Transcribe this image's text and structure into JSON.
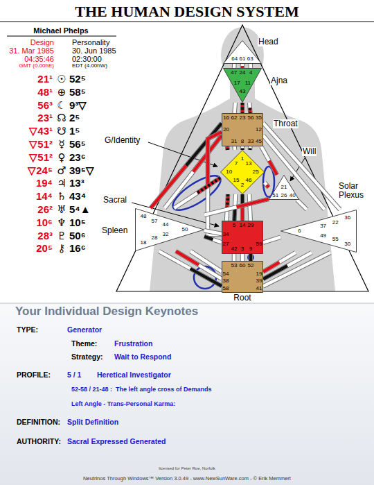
{
  "diagram": {
    "title": "THE HUMAN DESIGN SYSTEM",
    "nodes": [
      {
        "text": [
          "64",
          "61",
          "63"
        ]
      },
      {
        "text": [
          "47",
          "24",
          "4",
          "17",
          "11",
          "43"
        ]
      },
      {
        "text": [
          "62",
          "23",
          "56",
          "16",
          "35",
          "20",
          "12",
          "45",
          "31",
          "8",
          "33"
        ]
      },
      {
        "text": [
          "1",
          "7",
          "13",
          "10",
          "25",
          "15",
          "2",
          "46"
        ]
      },
      {
        "text": [
          "21",
          "51",
          "26",
          "40"
        ]
      },
      {
        "text": [
          "48",
          "57",
          "44",
          "50",
          "32",
          "28",
          "18"
        ]
      },
      {
        "text": [
          "5",
          "14",
          "29",
          "34",
          "27",
          "59",
          "42",
          "3",
          "9"
        ]
      },
      {
        "text": [
          "36",
          "22",
          "37",
          "6",
          "49",
          "55",
          "30"
        ]
      },
      {
        "text": [
          "53",
          "60",
          "52",
          "54",
          "38",
          "58",
          "19",
          "39",
          "41"
        ]
      }
    ],
    "edges": [
      {
        "from": 0,
        "to": 1,
        "arrow": "none"
      },
      {
        "from": 0,
        "to": 1,
        "arrow": "none"
      },
      {
        "from": 0,
        "to": 1,
        "arrow": "none"
      },
      {
        "from": 1,
        "to": 2,
        "arrow": "none"
      },
      {
        "from": 1,
        "to": 2,
        "arrow": "none"
      },
      {
        "from": 1,
        "to": 2,
        "arrow": "none"
      },
      {
        "from": 2,
        "to": 5,
        "arrow": "none"
      },
      {
        "from": 2,
        "to": 5,
        "arrow": "none"
      },
      {
        "from": 2,
        "to": 3,
        "arrow": "none"
      },
      {
        "from": 2,
        "to": 6,
        "arrow": "none"
      },
      {
        "from": 2,
        "to": 3,
        "arrow": "none"
      },
      {
        "from": 2,
        "to": 3,
        "arrow": "none"
      },
      {
        "from": 2,
        "to": 3,
        "arrow": "none"
      },
      {
        "from": 2,
        "to": 4,
        "arrow": "none"
      },
      {
        "from": 2,
        "to": 7,
        "arrow": "none"
      },
      {
        "from": 2,
        "to": 7,
        "arrow": "none"
      },
      {
        "from": 3,
        "to": 5,
        "arrow": "none"
      },
      {
        "from": 3,
        "to": 6,
        "arrow": "none"
      },
      {
        "from": 3,
        "to": 4,
        "arrow": "none"
      },
      {
        "from": 3,
        "to": 6,
        "arrow": "none"
      },
      {
        "from": 3,
        "to": 6,
        "arrow": "none"
      },
      {
        "from": 3,
        "to": 6,
        "arrow": "none"
      },
      {
        "from": 4,
        "to": 5,
        "arrow": "none"
      },
      {
        "from": 4,
        "to": 7,
        "arrow": "none"
      },
      {
        "from": 5,
        "to": 6,
        "arrow": "none"
      },
      {
        "from": 5,
        "to": 6,
        "arrow": "none"
      },
      {
        "from": 5,
        "to": 8,
        "arrow": "none"
      },
      {
        "from": 5,
        "to": 8,
        "arrow": "none"
      },
      {
        "from": 5,
        "to": 8,
        "arrow": "none"
      },
      {
        "from": 6,
        "to": 7,
        "arrow": "none"
      },
      {
        "from": 6,
        "to": 8,
        "arrow": "none"
      },
      {
        "from": 6,
        "to": 8,
        "arrow": "none"
      },
      {
        "from": 6,
        "to": 8,
        "arrow": "none"
      },
      {
        "from": 8,
        "to": 7,
        "arrow": "none"
      },
      {
        "from": 8,
        "to": 7,
        "arrow": "none"
      },
      {
        "from": 8,
        "to": 7,
        "arrow": "none"
      }
    ],
    "labels": [
      "Michael Phelps",
      "Design",
      "Personality",
      "31. Mar 1985",
      "30. Jun 1985",
      "04:35:46",
      "02:30:00",
      "GMT (0.00hE)",
      "EDT (4.00hW)",
      "21¹",
      "☉",
      "52⁵",
      "48¹",
      "⊕",
      "58⁵",
      "56³",
      "☾",
      "9³▽",
      "23¹",
      "☊",
      "2⁵",
      "▽43¹",
      "☋",
      "1⁵",
      "▽51²",
      "☿",
      "56⁵",
      "▽51²",
      "♀",
      "23⁶",
      "▽24⁵",
      "♂",
      "39⁵▽",
      "19⁴",
      "♃",
      "13³",
      "14⁴",
      "♄",
      "43⁴",
      "26²",
      "♅",
      "5⁴▲",
      "10⁶",
      "♆",
      "10⁵",
      "28³",
      "♇",
      "50⁶",
      "20⁵",
      "⚷",
      "16⁶",
      "Head",
      "Ajna",
      "Throat",
      "G/Identity",
      "Will",
      "Sacral",
      "Spleen",
      "Solar Plexus",
      "Root",
      "Your Individual Design Keynotes",
      "TYPE:",
      "Generator",
      "Theme:",
      "Frustration",
      "Strategy:",
      "Wait to Respond",
      "PROFILE:",
      "5 / 1",
      "Heretical Investigator",
      "52-58 / 21-48 :  The left angle cross of Demands",
      "Left Angle - Trans-Personal Karma:",
      "DEFINITION:",
      "Split Definition",
      "AUTHORITY:",
      "Sacral Expressed Generated",
      "licensed for Peter Roe, Norfolk",
      "Neutrinos Through Windows™ Version 3.0.49 - www.NewSunWare.com - © Erik Memmert"
    ]
  }
}
